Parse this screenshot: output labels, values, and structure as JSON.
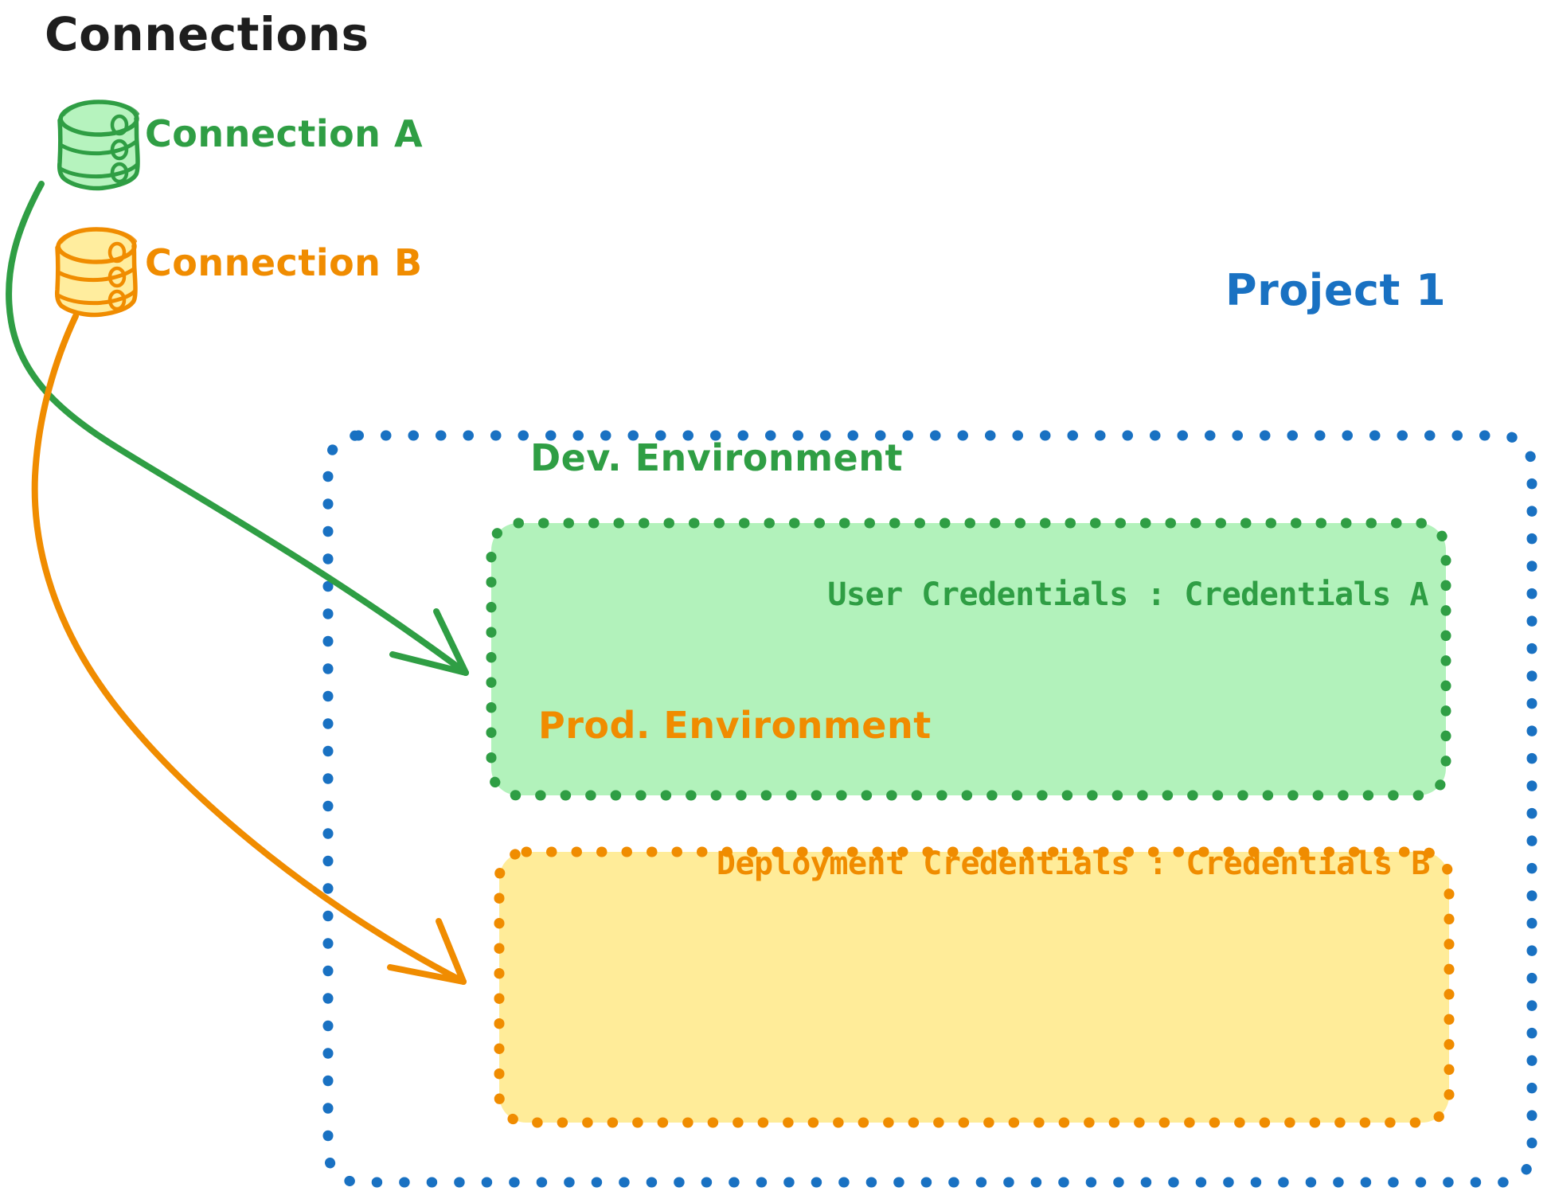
{
  "diagram": {
    "background": "#ffffff",
    "style": "hand-drawn",
    "heading": "Connections"
  },
  "palette": {
    "green_stroke": "#2f9e44",
    "green_fill": "#b2f2bb",
    "orange_stroke": "#f08c00",
    "orange_fill": "#ffec99",
    "blue_stroke": "#1971c2",
    "black_text": "#1e1e1e"
  },
  "connections": [
    {
      "id": "connection-a",
      "label": "Connection A",
      "color": "#2f9e44",
      "fill": "#b2f2bb",
      "icon": "database-cylinder-icon"
    },
    {
      "id": "connection-b",
      "label": "Connection B",
      "color": "#f08c00",
      "fill": "#ffec99",
      "icon": "database-cylinder-icon"
    }
  ],
  "project": {
    "label": "Project 1",
    "color": "#1971c2",
    "border": "dotted",
    "environments": [
      {
        "id": "dev-environment",
        "title": "Dev. Environment",
        "credentials_label": "User Credentials",
        "credentials_separator": ":",
        "credentials_value": "Credentials A",
        "credentials_text": "User Credentials : Credentials A",
        "stroke": "#2f9e44",
        "fill": "#b2f2bb"
      },
      {
        "id": "prod-environment",
        "title": "Prod. Environment",
        "credentials_label": "Deployment Credentials",
        "credentials_separator": ":",
        "credentials_value": "Credentials B",
        "credentials_text": "Deployment Credentials : Credentials B",
        "stroke": "#f08c00",
        "fill": "#ffec99"
      }
    ]
  },
  "arrows": [
    {
      "id": "arrow-connection-a-to-dev",
      "from": "connection-a",
      "to": "dev-environment",
      "color": "#2f9e44"
    },
    {
      "id": "arrow-connection-b-to-prod",
      "from": "connection-b",
      "to": "prod-environment",
      "color": "#f08c00"
    }
  ]
}
